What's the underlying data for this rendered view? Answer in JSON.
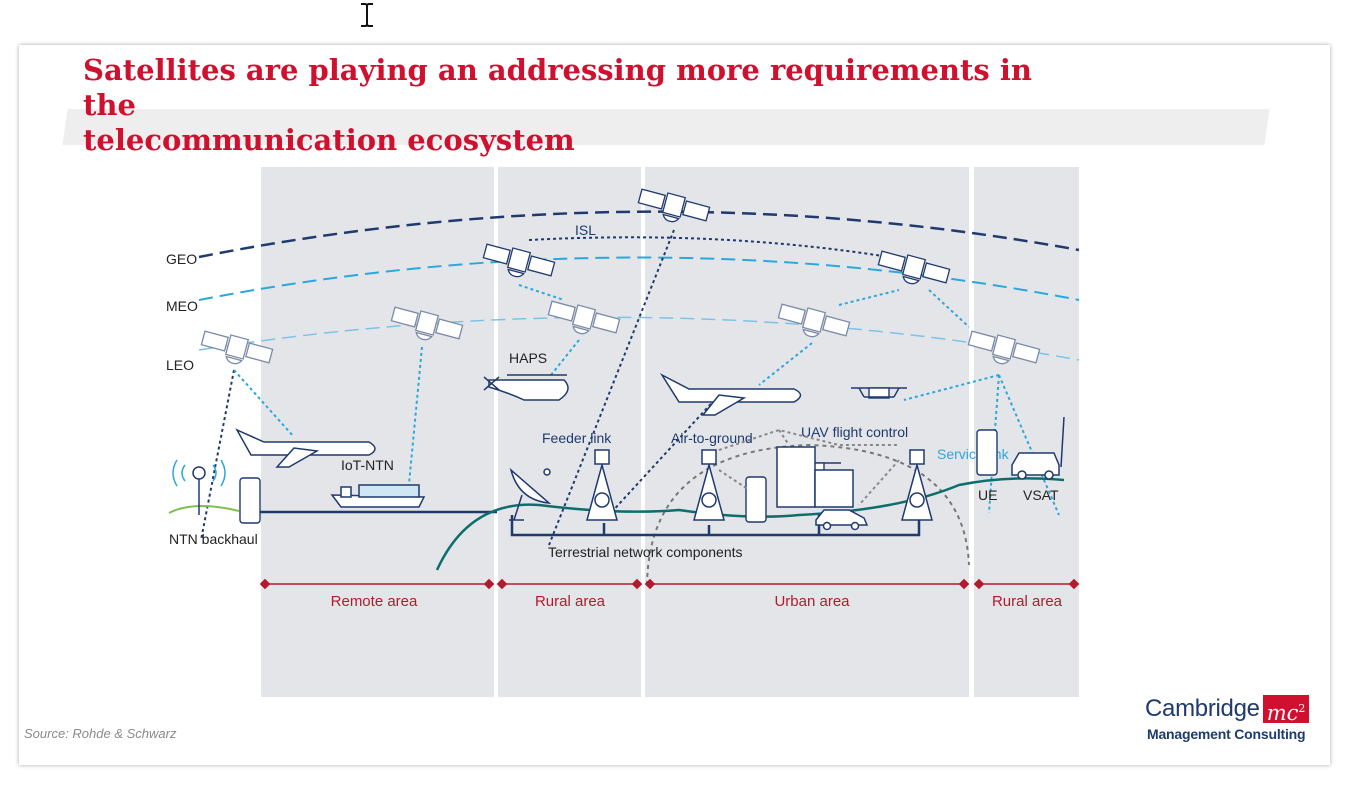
{
  "slide": {
    "title_line1": "Satellites are playing an addressing more requirements in the",
    "title_line2": "telecommunication ecosystem",
    "source": "Source: Rohde & Schwarz"
  },
  "logo": {
    "name": "Cambridge",
    "mark": "mc",
    "mark_sup": "2",
    "subtitle": "Management Consulting"
  },
  "diagram": {
    "orbits": {
      "geo": "GEO",
      "meo": "MEO",
      "leo": "LEO"
    },
    "labels": {
      "isl": "ISL",
      "haps": "HAPS",
      "feeder_link": "Feeder link",
      "air_to_ground": "Air-to-ground",
      "uav_flight_control": "UAV flight control",
      "service_link": "Service link",
      "iot_ntn": "IoT-NTN",
      "ntn_backhaul": "NTN backhaul",
      "terrestrial": "Terrestrial network components",
      "ue": "UE",
      "vsat": "VSAT"
    },
    "areas": [
      "Remote area",
      "Rural area",
      "Urban area",
      "Rural area"
    ]
  },
  "colors": {
    "title": "#d0102f",
    "navy": "#1f3a6e",
    "light_blue": "#2aa8dc",
    "green": "#0e6e6e",
    "panel": "#e4e5e8"
  }
}
